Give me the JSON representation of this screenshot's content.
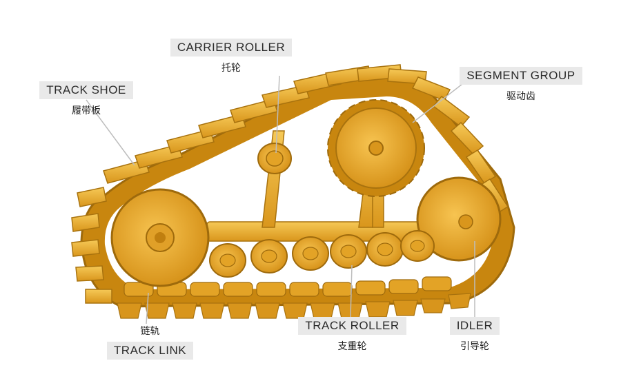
{
  "labels": {
    "carrier_roller": {
      "en": "CARRIER ROLLER",
      "zh": "托轮"
    },
    "segment_group": {
      "en": "SEGMENT GROUP",
      "zh": "驱动齿"
    },
    "track_shoe": {
      "en": "TRACK SHOE",
      "zh": "履带板"
    },
    "track_link": {
      "en": "TRACK LINK",
      "zh": "链轨"
    },
    "track_roller": {
      "en": "TRACK ROLLER",
      "zh": "支重轮"
    },
    "idler": {
      "en": "IDLER",
      "zh": "引导轮"
    }
  },
  "colors": {
    "machine": "#e8a92a",
    "machine_dark": "#b97d12",
    "machine_light": "#f4c553",
    "leader": "#bfbfbf",
    "tag_bg": "#e9e9e9"
  }
}
